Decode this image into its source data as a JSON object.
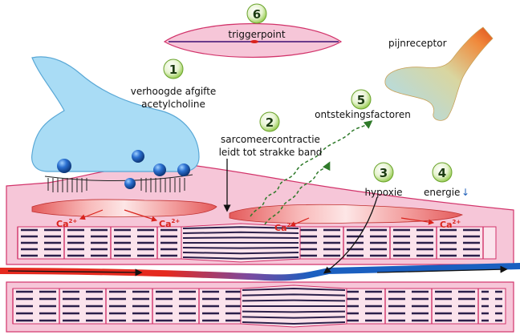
{
  "steps": [
    {
      "number": "1",
      "label_lines": [
        "verhoogde afgifte",
        "acetylcholine"
      ]
    },
    {
      "number": "2",
      "label_lines": [
        "sarcomeercontractie",
        "leidt tot strakke band"
      ]
    },
    {
      "number": "3",
      "label_lines": [
        "hypoxie"
      ]
    },
    {
      "number": "4",
      "label_lines": [
        "energie"
      ],
      "indicator": "↓"
    },
    {
      "number": "5",
      "label_lines": [
        "ontstekingsfactoren"
      ]
    },
    {
      "number": "6",
      "label_lines": [
        "triggerpoint"
      ]
    }
  ],
  "labels": {
    "pain_receptor": "pijnreceptor",
    "calcium": "Ca",
    "calcium_charge": "2+"
  },
  "colors": {
    "muscle_pink": "#f6c6d8",
    "nerve_blue": "#a9dcf5",
    "vesicle_blue": "#1e5fb5",
    "calcium_red": "#d9231c",
    "badge_green": "#8cc63f",
    "artery_red": "#e52a1e",
    "vein_blue": "#1a5fc0",
    "filament_dark": "#2b1f4a",
    "inflammation_green": "#2f7a2a"
  }
}
